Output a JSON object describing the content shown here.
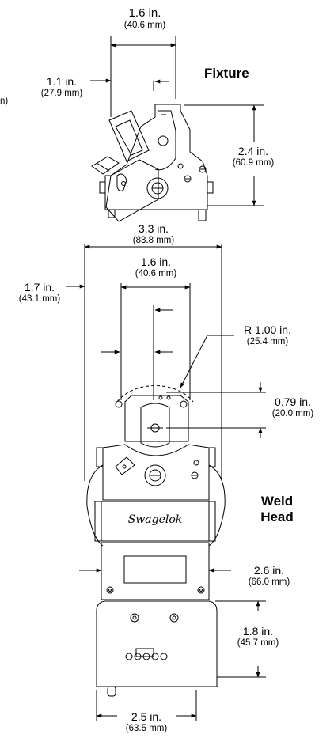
{
  "titles": {
    "fixture": "Fixture",
    "weld_head_line1": "Weld",
    "weld_head_line2": "Head"
  },
  "brand": "Swagelok",
  "edge_fragment": "n)",
  "dimensions": {
    "fixture_width": {
      "in": "1.6 in.",
      "mm": "(40.6 mm)"
    },
    "fixture_jaw_offset": {
      "in": "1.1 in.",
      "mm": "(27.9 mm)"
    },
    "fixture_height": {
      "in": "2.4 in.",
      "mm": "(60.9 mm)"
    },
    "head_overall_width": {
      "in": "3.3 in.",
      "mm": "(83.8 mm)"
    },
    "head_rotor_width": {
      "in": "1.6 in.",
      "mm": "(40.6 mm)"
    },
    "head_offset": {
      "in": "1.7 in.",
      "mm": "(43.1 mm)"
    },
    "rotor_radius": {
      "in": "R 1.00 in.",
      "mm": "(25.4 mm)"
    },
    "rotor_center_height": {
      "in": "0.79 in.",
      "mm": "(20.0 mm)"
    },
    "body_width": {
      "in": "2.6 in.",
      "mm": "(66.0 mm)"
    },
    "base_height": {
      "in": "1.8 in.",
      "mm": "(45.7 mm)"
    },
    "base_width": {
      "in": "2.5 in.",
      "mm": "(63.5 mm)"
    }
  }
}
